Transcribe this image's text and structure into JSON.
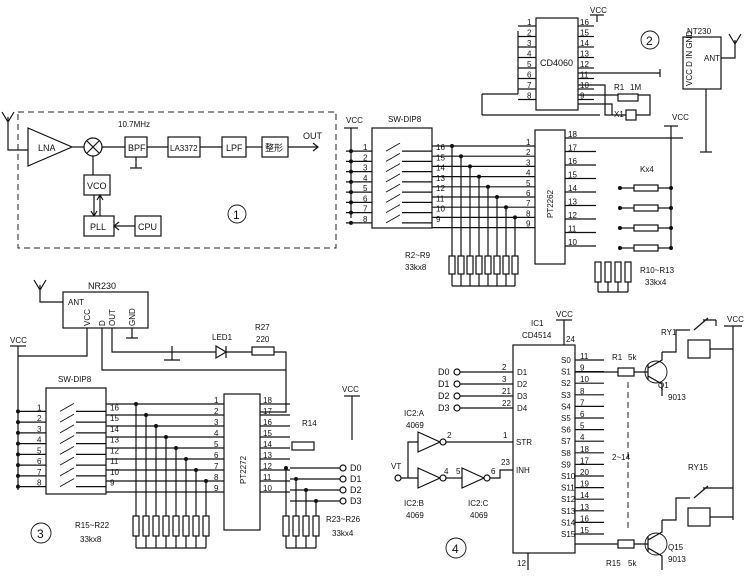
{
  "block1": {
    "lna": "LNA",
    "freq": "10.7MHz",
    "bpf": "BPF",
    "la3372": "LA3372",
    "lpf": "LPF",
    "shaper": "整形",
    "out": "OUT",
    "vco": "VCO",
    "pll": "PLL",
    "cpu": "CPU",
    "num": "1"
  },
  "block2": {
    "num": "2",
    "vcc": "VCC",
    "cd4060": "CD4060",
    "cd4060_pins_left": [
      "1",
      "2",
      "3",
      "4",
      "5",
      "6",
      "7",
      "8"
    ],
    "cd4060_pins_right": [
      "16",
      "15",
      "14",
      "13",
      "12",
      "11",
      "10",
      "9"
    ],
    "r1": "R1",
    "r1val": "1M",
    "x1": "X1",
    "nt230": "NT230",
    "ant": "ANT",
    "rx_pins": "VCC D IN GND",
    "swdip": "SW-DIP8",
    "sw_left": [
      "1",
      "2",
      "3",
      "4",
      "5",
      "6",
      "7",
      "8"
    ],
    "sw_right": [
      "16",
      "15",
      "14",
      "13",
      "12",
      "11",
      "10",
      "9"
    ],
    "pt2262": "PT2262",
    "pt_left": [
      "1",
      "2",
      "3",
      "4",
      "5",
      "6",
      "7",
      "8",
      "9"
    ],
    "pt_right": [
      "18",
      "17",
      "16",
      "15",
      "14",
      "13",
      "12",
      "11",
      "10"
    ],
    "kx": "Kx4",
    "r2r9": "R2~R9",
    "r2r9val": "33kx8",
    "r10r13": "R10~R13",
    "r10r13val": "33kx4"
  },
  "block3": {
    "num": "3",
    "nr230": "NR230",
    "ant": "ANT",
    "pins": [
      "VCC",
      "D",
      "OUT",
      "GND"
    ],
    "vcc": "VCC",
    "led": "LED1",
    "r27": "R27",
    "r27val": "220",
    "swdip": "SW-DIP8",
    "sw_left": [
      "1",
      "2",
      "3",
      "4",
      "5",
      "6",
      "7",
      "8"
    ],
    "sw_right": [
      "16",
      "15",
      "14",
      "13",
      "12",
      "11",
      "10",
      "9"
    ],
    "pt2272": "PT2272",
    "pt_left": [
      "1",
      "2",
      "3",
      "4",
      "5",
      "6",
      "7",
      "8",
      "9"
    ],
    "pt_right": [
      "18",
      "17",
      "16",
      "15",
      "14",
      "13",
      "12",
      "11",
      "10"
    ],
    "r14": "R14",
    "outs": [
      "D0",
      "D1",
      "D2",
      "D3"
    ],
    "r15r22": "R15~R22",
    "r15r22val": "33kx8",
    "r23r26": "R23~R26",
    "r23r26val": "33kx4"
  },
  "block4": {
    "num": "4",
    "ic1": "IC1",
    "cd4514": "CD4514",
    "vcc": "VCC",
    "pin24": "24",
    "pin12": "12",
    "inputs": [
      "D0",
      "D1",
      "D2",
      "D3"
    ],
    "in_pins": [
      "2",
      "3",
      "21",
      "22"
    ],
    "in_names": [
      "D1",
      "D2",
      "D3",
      "D4"
    ],
    "ic2a": "IC2:A",
    "ic2b": "IC2:B",
    "ic2c": "IC2:C",
    "ic2part": "4069",
    "str": "STR",
    "inh": "INH",
    "str_pin": "1",
    "inh_pin": "23",
    "vt": "VT",
    "s_outputs": [
      "S0",
      "S1",
      "S2",
      "S3",
      "S4",
      "S5",
      "S6",
      "S7",
      "S8",
      "S9",
      "S10",
      "S11",
      "S12",
      "S13",
      "S14",
      "S15"
    ],
    "s_pins": [
      "11",
      "9",
      "10",
      "8",
      "7",
      "6",
      "5",
      "4",
      "18",
      "17",
      "20",
      "19",
      "14",
      "13",
      "16",
      "15"
    ],
    "r1": "R1",
    "r1val": "5k",
    "q1": "Q1",
    "q1part": "9013",
    "ry1": "RY1",
    "range": "2~14",
    "r15": "R15",
    "r15val": "5k",
    "q15": "Q15",
    "q15part": "9013",
    "ry15": "RY15",
    "g2": "2",
    "g4": "4",
    "g5": "5",
    "g6": "6"
  }
}
